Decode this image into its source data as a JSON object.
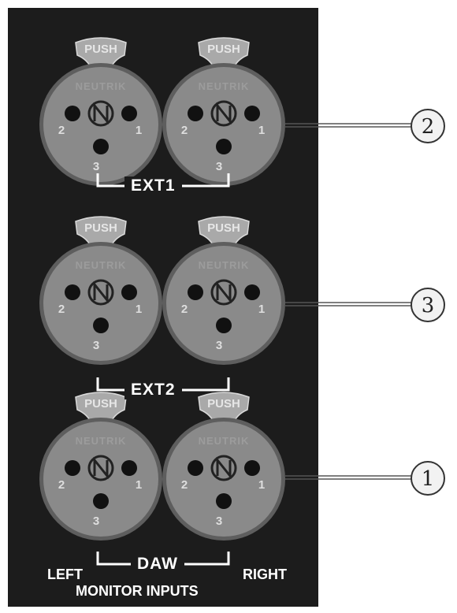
{
  "connector": {
    "push_label": "PUSH",
    "brand": "NEUTRIK",
    "pin_labels": [
      "1",
      "2",
      "3"
    ]
  },
  "groups": [
    {
      "name": "EXT1",
      "callout": "2"
    },
    {
      "name": "EXT2",
      "callout": "3"
    },
    {
      "name": "DAW",
      "callout": "1"
    }
  ],
  "bottom": {
    "left": "LEFT",
    "right": "RIGHT",
    "title": "MONITOR INPUTS"
  },
  "colors": {
    "panel": "#1c1c1c",
    "connector_body": "#8a8a8a",
    "connector_rim": "#5e5e5e",
    "pin_hole": "#111111",
    "label_text": "#ffffff",
    "callout_line": "#555555"
  }
}
